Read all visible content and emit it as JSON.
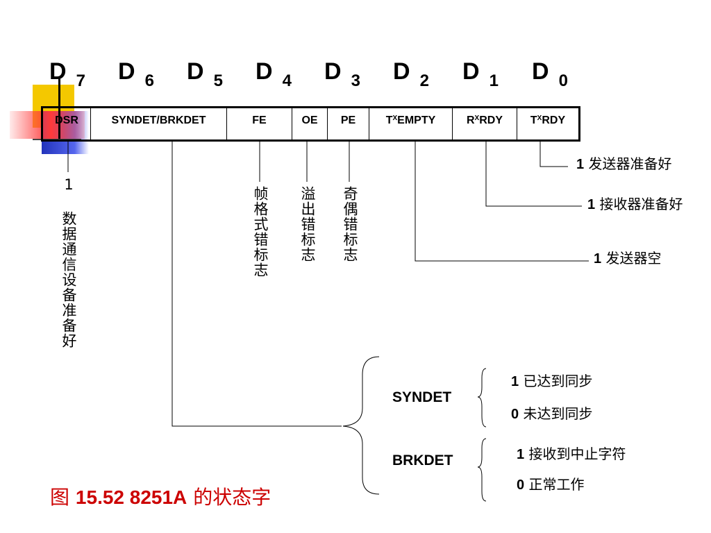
{
  "bits": [
    {
      "label": "D",
      "index": "7"
    },
    {
      "label": "D",
      "index": "6"
    },
    {
      "label": "D",
      "index": "5"
    },
    {
      "label": "D",
      "index": "4"
    },
    {
      "label": "D",
      "index": "3"
    },
    {
      "label": "D",
      "index": "2"
    },
    {
      "label": "D",
      "index": "1"
    },
    {
      "label": "D",
      "index": "0"
    }
  ],
  "fields": [
    {
      "main": "DSR",
      "sub": "",
      "rest": ""
    },
    {
      "main": "SYNDET/BRKDET",
      "sub": "",
      "rest": ""
    },
    {
      "main": "FE",
      "sub": "",
      "rest": ""
    },
    {
      "main": "OE",
      "sub": "",
      "rest": ""
    },
    {
      "main": "PE",
      "sub": "",
      "rest": ""
    },
    {
      "main": "T",
      "sub": "X",
      "rest": "EMPTY"
    },
    {
      "main": "R",
      "sub": "X",
      "rest": "RDY"
    },
    {
      "main": "T",
      "sub": "X",
      "rest": "RDY"
    }
  ],
  "descriptions": {
    "dsr": "1 数据通信设备准备好",
    "fe": "帧格式错标志",
    "oe": "溢出错标志",
    "pe": "奇偶错标志"
  },
  "right_labels": [
    {
      "num": "1",
      "text": "发送器准备好"
    },
    {
      "num": "1",
      "text": "接收器准备好"
    },
    {
      "num": "1",
      "text": "发送器空"
    }
  ],
  "syndet": {
    "name": "SYNDET",
    "one": {
      "num": "1",
      "text": "已达到同步"
    },
    "zero": {
      "num": "0",
      "text": "未达到同步"
    }
  },
  "brkdet": {
    "name": "BRKDET",
    "one": {
      "num": "1",
      "text": "接收到中止字符"
    },
    "zero": {
      "num": "0",
      "text": "正常工作"
    }
  },
  "caption": {
    "prefix": "图",
    "number": "15.52  8251A",
    "suffix": "的状态字"
  },
  "colors": {
    "yellow": "#f4c800",
    "red": "#ff3333",
    "blue": "#3344cc",
    "caption": "#cc0000"
  }
}
